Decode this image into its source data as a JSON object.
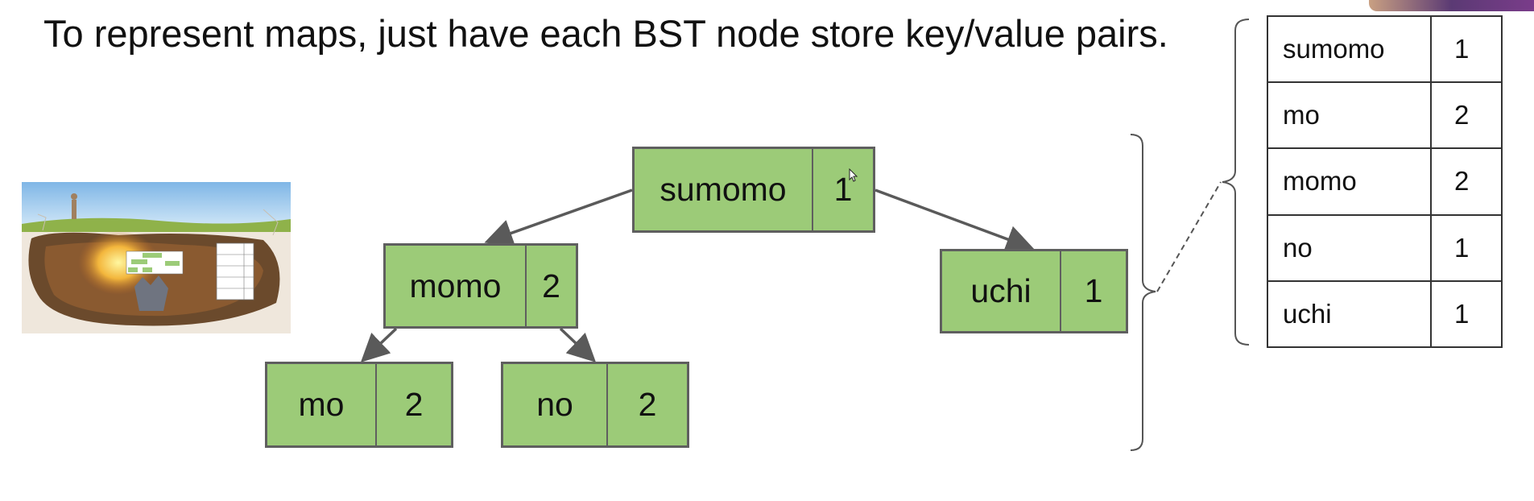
{
  "slide": {
    "title": "To represent maps, just have each BST node store key/value pairs."
  },
  "tree": {
    "root": {
      "key": "sumomo",
      "value": "1"
    },
    "left": {
      "key": "momo",
      "value": "2"
    },
    "right": {
      "key": "uchi",
      "value": "1"
    },
    "left_left": {
      "key": "mo",
      "value": "2"
    },
    "left_right": {
      "key": "no",
      "value": "2"
    }
  },
  "map_table": {
    "rows": [
      {
        "key": "sumomo",
        "value": "1"
      },
      {
        "key": "mo",
        "value": "2"
      },
      {
        "key": "momo",
        "value": "2"
      },
      {
        "key": "no",
        "value": "1"
      },
      {
        "key": "uchi",
        "value": "1"
      }
    ]
  },
  "colors": {
    "node_fill": "#9ccb78",
    "node_border": "#5f5f5f",
    "edge": "#5a5a5a"
  },
  "icons": [
    "cursor-icon",
    "cave-thumbnail"
  ]
}
